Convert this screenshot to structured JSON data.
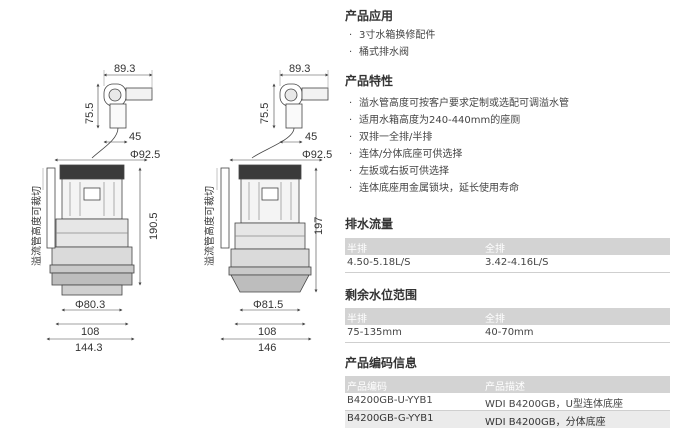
{
  "left_figure": {
    "dim_top_width": "89.3",
    "dim_height_upper": "75.5",
    "dim_offset": "45",
    "dim_phi_upper": "Φ92.5",
    "dim_height_body": "190.5",
    "dim_phi_lower": "Φ80.3",
    "dim_base": "108",
    "dim_total": "144.3",
    "side_label": "溢流管高度可裁切"
  },
  "right_figure": {
    "dim_top_width": "89.3",
    "dim_height_upper": "75.5",
    "dim_offset": "45",
    "dim_phi_upper": "Φ92.5",
    "dim_height_body": "197",
    "dim_phi_lower": "Φ81.5",
    "dim_base": "108",
    "dim_total": "146",
    "side_label": "溢流管高度可裁切"
  },
  "application": {
    "title": "产品应用",
    "items": [
      "3寸水箱换修配件",
      "桶式排水阀"
    ]
  },
  "features": {
    "title": "产品特性",
    "items": [
      "溢水管高度可按客户要求定制或选配可调溢水管",
      "适用水箱高度为240-440mm的座厕",
      "双排一全排/半排",
      "连体/分体底座可供选择",
      "左扳或右扳可供选择",
      "连体底座用金属锁块，延长使用寿命"
    ]
  },
  "flow": {
    "title": "排水流量",
    "headers": [
      "半排",
      "全排"
    ],
    "values": [
      "4.50-5.18L/S",
      "3.42-4.16L/S"
    ]
  },
  "residual": {
    "title": "剩余水位范围",
    "headers": [
      "半排",
      "全排"
    ],
    "values": [
      "75-135mm",
      "40-70mm"
    ]
  },
  "codes": {
    "title": "产品编码信息",
    "headers": [
      "产品编码",
      "产品描述"
    ],
    "rows": [
      [
        "B4200GB-U-YYB1",
        "WDI  B4200GB，U型连体底座"
      ],
      [
        "B4200GB-G-YYB1",
        "WDI  B4200GB，分体底座"
      ]
    ]
  }
}
